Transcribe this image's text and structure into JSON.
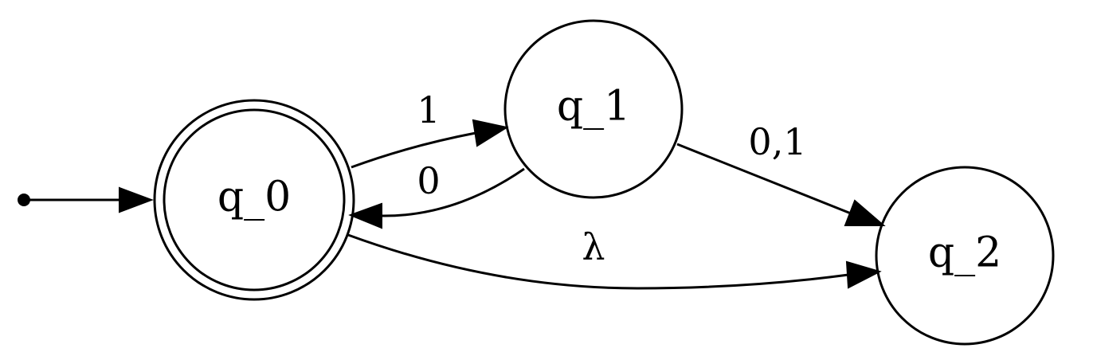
{
  "automaton": {
    "states": [
      {
        "id": "q0",
        "label": "q_0",
        "accepting": true,
        "initial": true
      },
      {
        "id": "q1",
        "label": "q_1",
        "accepting": false,
        "initial": false
      },
      {
        "id": "q2",
        "label": "q_2",
        "accepting": false,
        "initial": false
      }
    ],
    "transitions": [
      {
        "from": "q0",
        "to": "q1",
        "label": "1"
      },
      {
        "from": "q1",
        "to": "q0",
        "label": "0"
      },
      {
        "from": "q1",
        "to": "q2",
        "label": "0,1"
      },
      {
        "from": "q0",
        "to": "q2",
        "label": "λ"
      }
    ]
  }
}
